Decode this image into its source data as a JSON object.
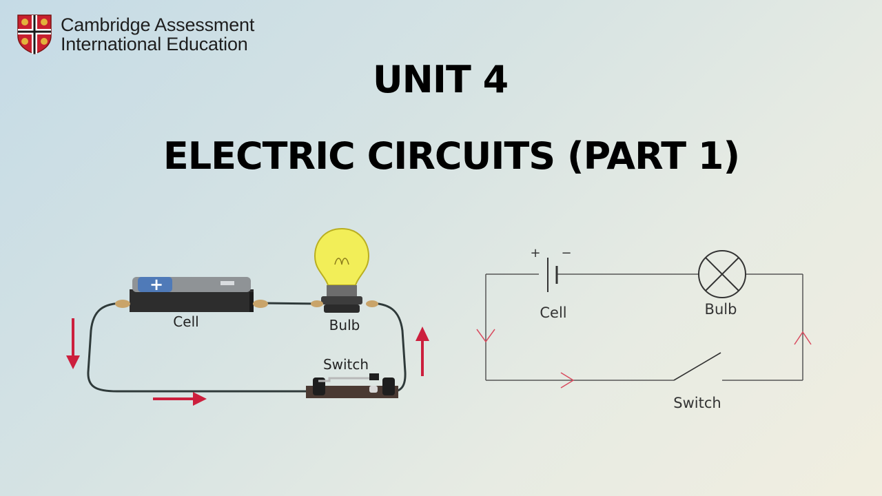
{
  "logo": {
    "line1": "Cambridge Assessment",
    "line2": "International Education",
    "icon": "cambridge-shield-icon"
  },
  "title": {
    "line1": "UNIT 4",
    "line2": "ELECTRIC CIRCUITS (PART 1)"
  },
  "pictorial_diagram": {
    "cell_label": "Cell",
    "bulb_label": "Bulb",
    "switch_label": "Switch",
    "cell_plus_symbol": "+"
  },
  "circuit_diagram": {
    "plus_label": "+",
    "minus_label": "−",
    "cell_label": "Cell",
    "bulb_label": "Bulb",
    "switch_label": "Switch"
  },
  "colors": {
    "arrow": "#cc1f3d",
    "wire": "#333333",
    "bulb_glass": "#f2ee58"
  }
}
